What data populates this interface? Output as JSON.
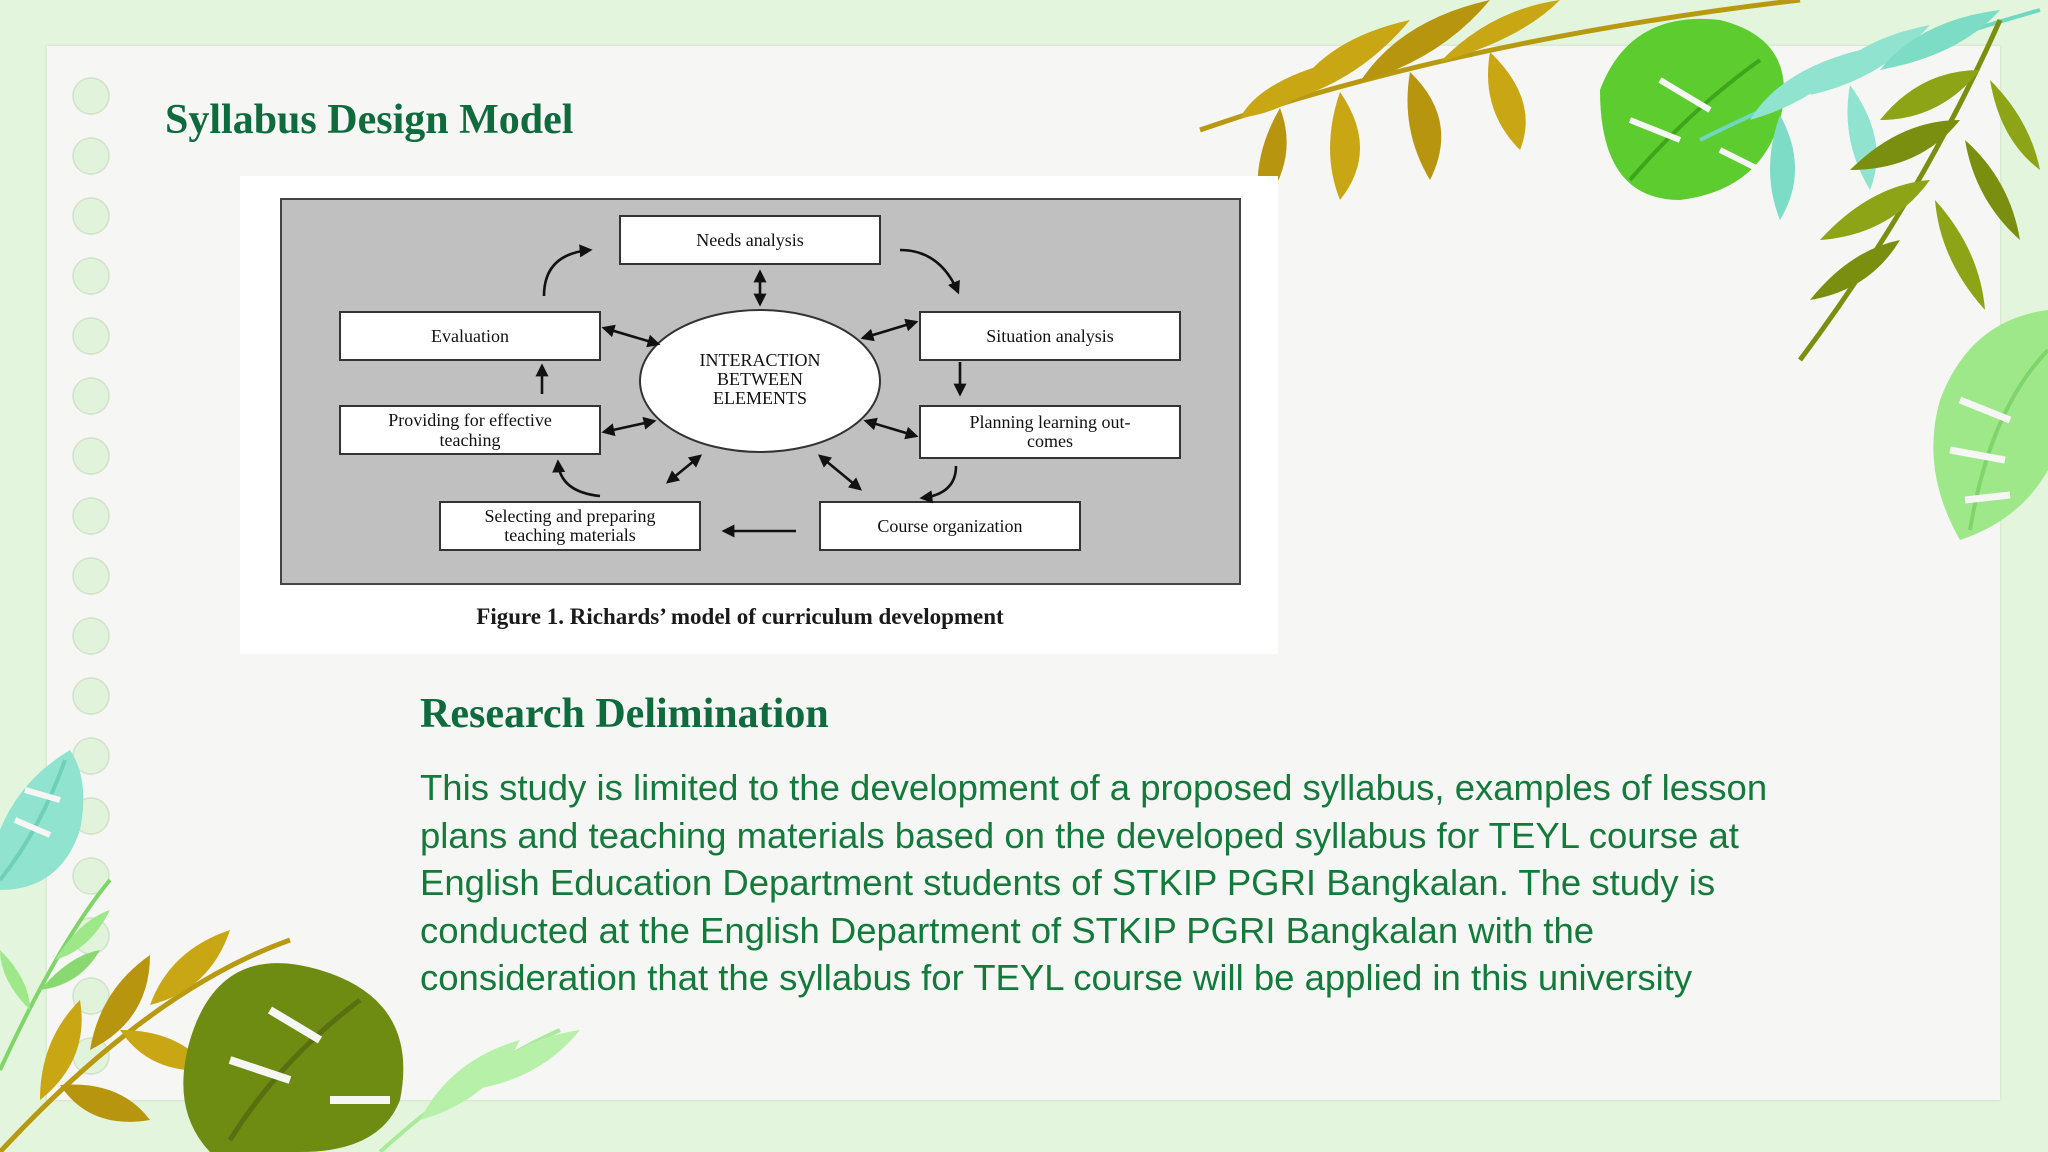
{
  "slide": {
    "title": "Syllabus Design Model"
  },
  "figure": {
    "boxes": {
      "needs_analysis": "Needs analysis",
      "situation_analysis": "Situation analysis",
      "planning_line1": "Planning learning out-",
      "planning_line2": "comes",
      "course_organization": "Course organization",
      "selecting_line1": "Selecting and preparing",
      "selecting_line2": "teaching materials",
      "providing_line1": "Providing for effective",
      "providing_line2": "teaching",
      "evaluation": "Evaluation"
    },
    "center": {
      "line1": "INTERACTION",
      "line2": "BETWEEN",
      "line3": "ELEMENTS"
    },
    "caption": "Figure 1.  Richards’ model of curriculum development"
  },
  "section": {
    "heading": "Research Delimination",
    "lines": [
      "This study is limited to the development of a proposed syllabus, examples of lesson",
      "plans and teaching materials based on the developed syllabus for TEYL course at",
      "English Education Department students of STKIP PGRI Bangkalan. The study is",
      "conducted at the English Department of STKIP PGRI Bangkalan with the",
      "consideration that the syllabus for TEYL course will be applied in this university"
    ]
  },
  "colors": {
    "background": "#e3f5dc",
    "paper": "#f6f6f4",
    "title_green": "#0f6b3e",
    "body_green": "#147a3c",
    "diagram_panel": "#c0c0c0"
  }
}
